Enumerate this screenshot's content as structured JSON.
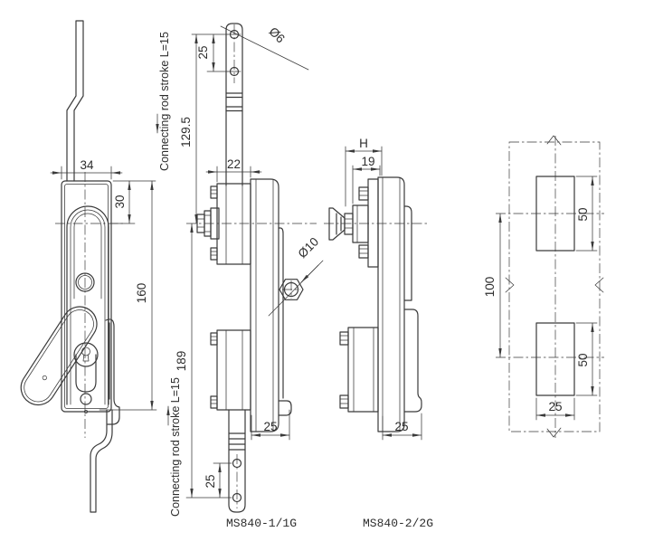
{
  "colors": {
    "line": "#3a3a3a",
    "background": "#ffffff",
    "text": "#2d2d2d"
  },
  "views": {
    "front": {
      "dims": {
        "plate_width": "34",
        "recess_offset": "30",
        "plate_height": "160"
      }
    },
    "side_1": {
      "label": "MS840-1/1G",
      "dims": {
        "top_hole_pitch": "25",
        "rod_top_length": "129.5",
        "top_hole_dia": "Ø6",
        "case_width": "22",
        "body_length": "189",
        "bottom_hole_pitch": "25",
        "body_depth": "25",
        "cam_hole_dia": "Ø10"
      }
    },
    "side_2": {
      "label": "MS840-2/2G",
      "dims": {
        "overall_depth": "H",
        "case_depth": "19",
        "body_depth": "25"
      }
    },
    "cutout": {
      "dims": {
        "hole_pitch": "100",
        "cutout_height_top": "50",
        "cutout_height_bottom": "50",
        "cutout_width": "25"
      }
    }
  },
  "annotations": {
    "top_note": "Connecting rod stroke L=15",
    "bottom_note": "Connecting rod stroke L=15"
  }
}
